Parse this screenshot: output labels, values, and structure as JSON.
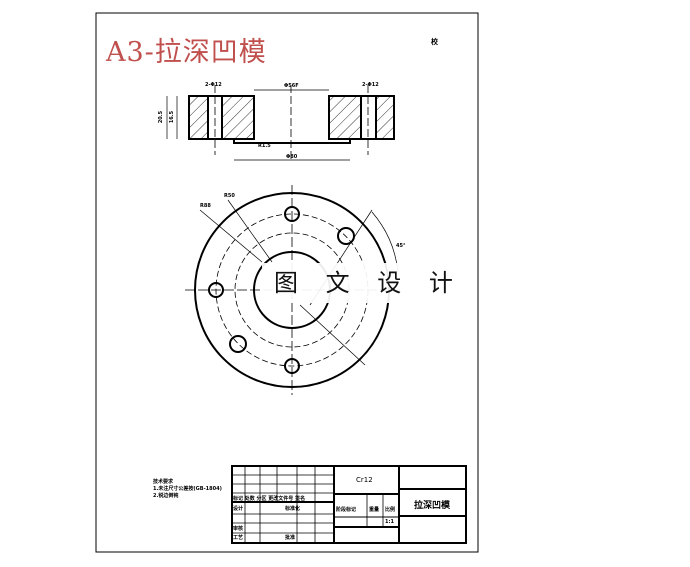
{
  "title": "A3-拉深凹模",
  "watermark": "图 文 设 计",
  "corner_mark": "校",
  "dimensions": {
    "hole_left": "2-Φ12",
    "hole_right": "2-Φ12",
    "bore": "Φ56F",
    "height_outer": "20.5",
    "height_inner": "16.5",
    "chamfer": "R1.5",
    "bottom_width": "Φ80",
    "radius_a": "R88",
    "radius_b": "R50",
    "angle": "45°"
  },
  "notes": [
    "技术要求",
    "1.未注尺寸公差按(GB-1804)",
    "2.锐边倒钝"
  ],
  "title_block": {
    "material": "Cr12",
    "part_name": "拉深凹模",
    "row_labels": [
      "标记",
      "处数",
      "分区",
      "更改文件号",
      "签名"
    ],
    "design": "设计",
    "standard": "标准化",
    "review": "审核",
    "process": "工艺",
    "approve": "批准",
    "stage": "阶段标记",
    "weight": "重量",
    "scale": "比例",
    "scale_value": "1:1"
  }
}
